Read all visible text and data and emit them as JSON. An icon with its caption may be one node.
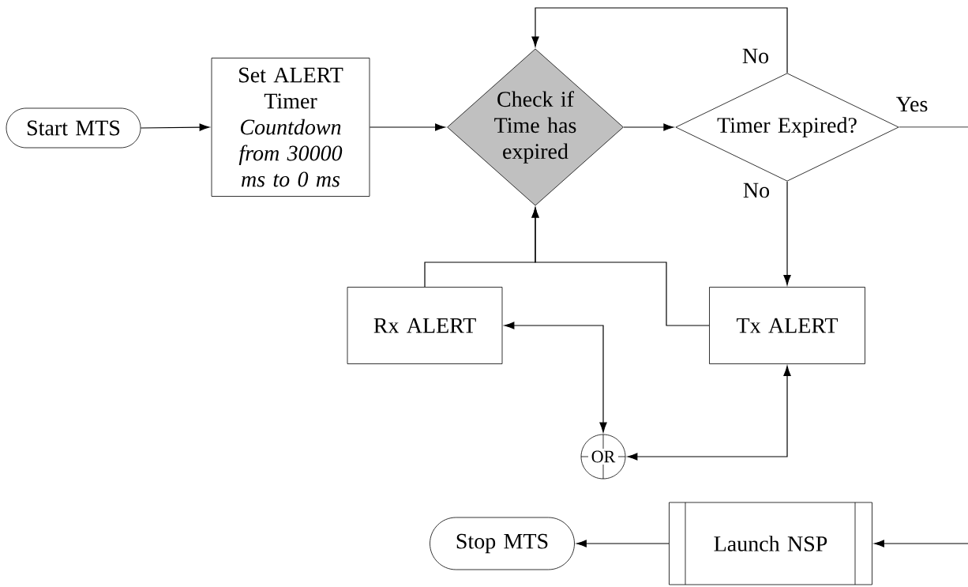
{
  "diagram": {
    "nodes": [
      {
        "text": [
          "Start MTS"
        ]
      },
      {
        "text": [
          "Set ALERT Timer",
          "Countdown from 30000 ms to 0 ms"
        ]
      },
      {
        "text": [
          "Check if Time has expired"
        ]
      },
      {
        "text": [
          "Timer Expired?"
        ]
      },
      {
        "text": [
          "Rx ALERT"
        ]
      },
      {
        "text": [
          "Tx ALERT"
        ]
      },
      {
        "text": [
          "OR"
        ]
      },
      {
        "text": [
          "Launch NSP"
        ]
      },
      {
        "text": [
          "Stop MTS"
        ]
      }
    ],
    "edges": [
      {
        "from": 0,
        "to": 1,
        "arrow": "to"
      },
      {
        "from": 1,
        "to": 2,
        "arrow": "to"
      },
      {
        "from": 2,
        "to": 3,
        "arrow": "to"
      },
      {
        "from": 3,
        "to": 2,
        "arrow": "to",
        "label": "No"
      },
      {
        "from": 3,
        "to": 5,
        "arrow": "to",
        "label": "No"
      },
      {
        "from": 3,
        "to": null,
        "arrow": "none",
        "label": "Yes"
      },
      {
        "from": 4,
        "to": 2,
        "arrow": "to"
      },
      {
        "from": 5,
        "to": 2,
        "arrow": "to"
      },
      {
        "from": 6,
        "to": 4,
        "arrow": "both"
      },
      {
        "from": 6,
        "to": 5,
        "arrow": "both"
      },
      {
        "from": null,
        "to": 7,
        "arrow": "to"
      },
      {
        "from": 7,
        "to": 8,
        "arrow": "to"
      }
    ]
  }
}
